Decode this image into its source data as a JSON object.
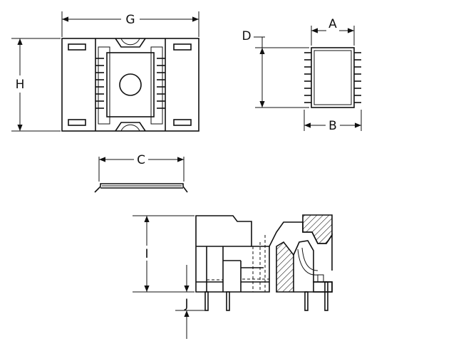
{
  "dimensions": {
    "G": "G",
    "H": "H",
    "A": "A",
    "B": "B",
    "C": "C",
    "D": "D",
    "I": "I",
    "J": "J"
  },
  "colors": {
    "line": "#111111",
    "background": "#ffffff"
  }
}
